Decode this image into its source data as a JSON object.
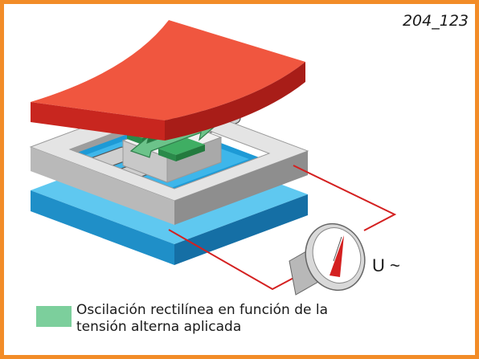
{
  "figure": {
    "id": "204_123",
    "voltage_label": "U ~",
    "legend": {
      "text": "Oscilación rectilínea en función de la tensión alterna aplicada",
      "color": "#7ccf9c"
    }
  },
  "colors": {
    "frame": "#f28c28",
    "top_plate": "#e8463a",
    "bottom_plate": "#2aa8e0",
    "middle_frame": "#dadada",
    "element_green": "#6cc38a",
    "wire": "#d42020"
  },
  "icons": [
    "voltmeter-icon",
    "oscillation-arrow-icon"
  ]
}
